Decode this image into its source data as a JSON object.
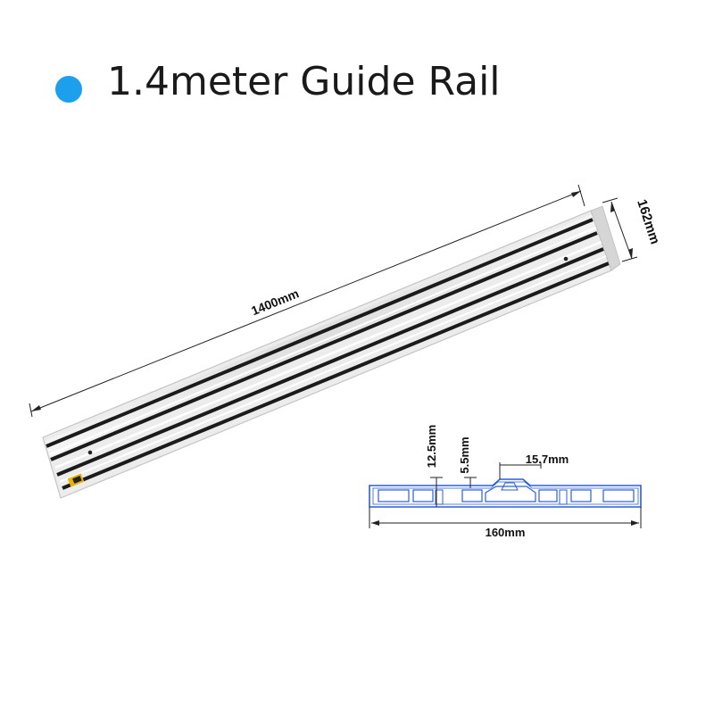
{
  "title": {
    "text": "1.4meter Guide Rail",
    "dot_color": "#1ca0ee"
  },
  "rail": {
    "length_label": "1400mm",
    "width_label": "162mm",
    "logo_icon": "brand-logo-icon",
    "logo_colors": [
      "#e8b400",
      "#222222"
    ]
  },
  "profile": {
    "dim_height": "12.5mm",
    "dim_slot": "5.5mm",
    "dim_top": "15.7mm",
    "dim_width": "160mm",
    "outline_color": "#2a5fd8"
  }
}
